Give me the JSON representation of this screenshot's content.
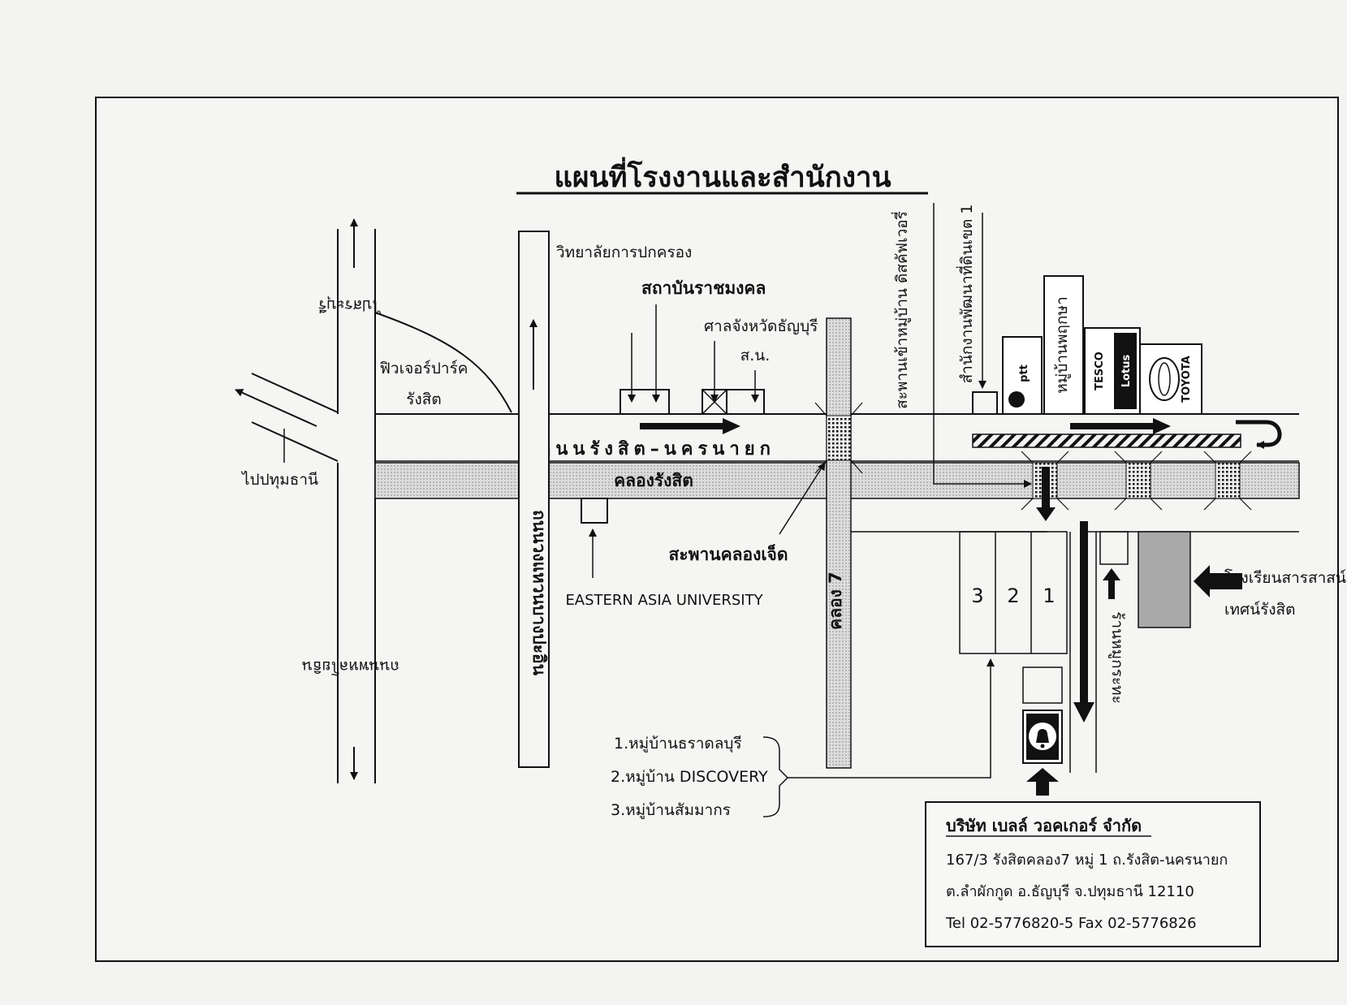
{
  "title": "แผนที่โรงงานและสำนักงาน",
  "roads": {
    "rangsit_nakhon_nayok": "ถนนรังสิต–นครนายก",
    "klong_rangsit": "คลองรังสิต",
    "phahonyothin": "ถนนพหลโยธิน",
    "phahonyothin_top": "ไปสระบุรี",
    "bang_pa_in": "ถนนวงแหวนบางปะอิน",
    "klong7": "คลอง 7"
  },
  "places": {
    "pathum_thani": "ไปปทุมธานี",
    "future_park_line1": "ฟิวเจอร์ปาร์ค",
    "future_park_line2": "รังสิต",
    "college": "วิทยาลัยการปกครอง",
    "rajamangala": "สถาบันราชมงคล",
    "court": "ศาลจังหวัดธัญบุรี",
    "police": "ส.น.",
    "eastern_asia": "EASTERN ASIA UNIVERSITY",
    "klong_jed_bridge": "สะพานคลองเจ็ด",
    "land_dev_office": "สำนักงานพัฒนาที่ดินเขต 1",
    "village_bridge": "สะพานเข้าหมู่บ้าน ดิสคัฟเวอรี่",
    "pruksa_village": "หมู่บ้านพฤกษา",
    "ptt": "ptt",
    "tesco": "TESCO",
    "lotus": "Lotus",
    "toyota": "TOYOTA",
    "school_line1": "โรงเรียนสารสาสน์",
    "school_line2": "เทศน์รังสิต",
    "shop": "ร้านหมูกระทะ"
  },
  "plots": [
    "3",
    "2",
    "1"
  ],
  "villages": [
    "1.หมู่บ้านธราดลบุรี",
    "2.หมู่บ้าน DISCOVERY",
    "3.หมู่บ้านสัมมากร"
  ],
  "company": {
    "name": "บริษัท เบลล์ วอคเกอร์ จำกัด",
    "address_line1": "167/3 รังสิตคลอง7 หมู่ 1 ถ.รังสิต-นครนายก",
    "address_line2": "ต.ลำผักกูด อ.ธัญบุรี จ.ปทุมธานี 12110",
    "phone": "Tel 02-5776820-5   Fax 02-5776826"
  },
  "colors": {
    "ink": "#111111",
    "paper": "#f3f3f1",
    "canal": "#d4d4d4",
    "canal_dot": "#9a9a9a",
    "school": "#a9a9a9"
  }
}
